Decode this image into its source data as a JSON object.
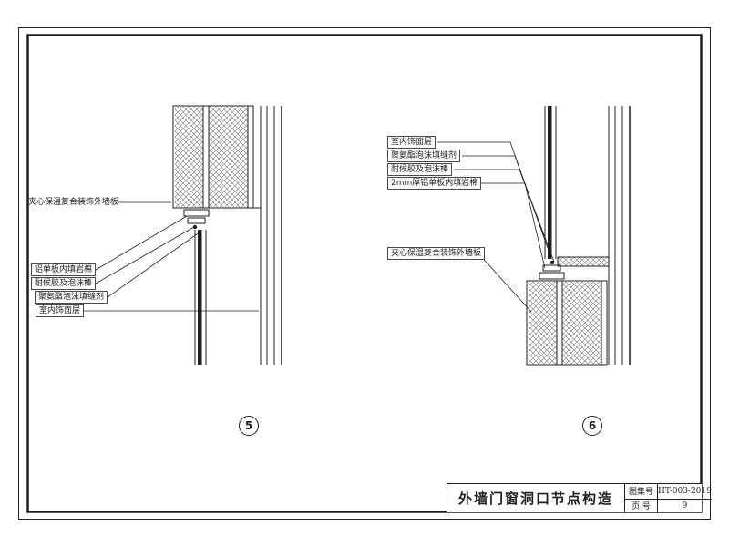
{
  "sheet": {
    "colors": {
      "line": "#1f1f1f",
      "hatch": "#777777",
      "bg": "#ffffff"
    },
    "details": [
      {
        "number": "5",
        "labels": [
          "夹心保温复合装饰外墙板",
          "铝单板内填岩棉",
          "耐候胶及泡沫棒",
          "聚氨酯泡沫填缝剂",
          "室内饰面层"
        ]
      },
      {
        "number": "6",
        "labels": [
          "室内饰面层",
          "聚氨酯泡沫填缝剂",
          "耐候胶及泡沫棒",
          "2mm厚铝单板内填岩棉",
          "夹心保温复合装饰外墙板"
        ]
      }
    ],
    "title_block": {
      "title": "外墙门窗洞口节点构造",
      "fields": [
        {
          "label": "图集号",
          "value": "HT-003-2019"
        },
        {
          "label": "页 号",
          "value": "9"
        }
      ]
    }
  }
}
